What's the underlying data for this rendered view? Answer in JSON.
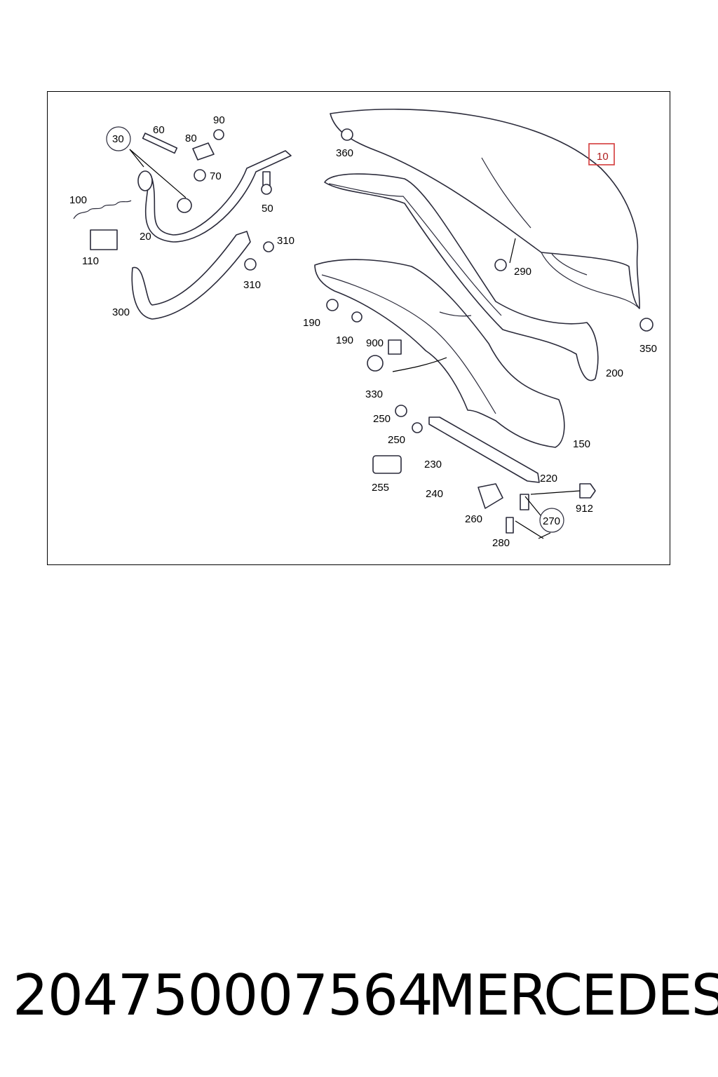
{
  "diagram": {
    "callouts": {
      "c10": "10",
      "c20": "20",
      "c30": "30",
      "c50": "50",
      "c60": "60",
      "c70": "70",
      "c80": "80",
      "c90": "90",
      "c100": "100",
      "c110": "110",
      "c150": "150",
      "c190a": "190",
      "c190b": "190",
      "c200": "200",
      "c220": "220",
      "c230": "230",
      "c240": "240",
      "c250a": "250",
      "c250b": "250",
      "c255": "255",
      "c260": "260",
      "c270": "270",
      "c280": "280",
      "c290": "290",
      "c300": "300",
      "c310a": "310",
      "c310b": "310",
      "c330": "330",
      "c350": "350",
      "c360": "360",
      "c900": "900",
      "c912": "912"
    },
    "highlighted_callout": "10",
    "highlight_color": "#d43a3a"
  },
  "footer": {
    "part_number": "204750007564",
    "brand": "MERCEDES"
  }
}
